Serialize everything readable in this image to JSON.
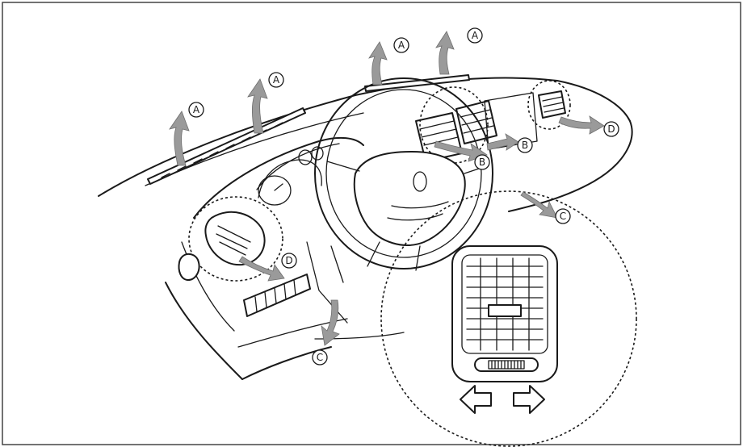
{
  "diagram": {
    "labels": [
      {
        "id": "a1",
        "text": "A"
      },
      {
        "id": "a2",
        "text": "A"
      },
      {
        "id": "a3",
        "text": "A"
      },
      {
        "id": "a4",
        "text": "A"
      },
      {
        "id": "b1",
        "text": "B"
      },
      {
        "id": "b2",
        "text": "B"
      },
      {
        "id": "c1",
        "text": "C"
      },
      {
        "id": "c2",
        "text": "C"
      },
      {
        "id": "d1",
        "text": "D"
      },
      {
        "id": "d2",
        "text": "D"
      }
    ]
  }
}
